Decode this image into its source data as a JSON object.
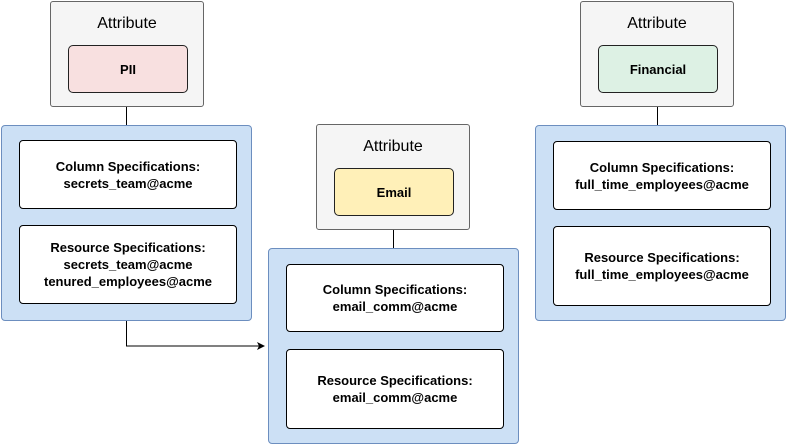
{
  "colors": {
    "attribute_bg": "#f5f5f5",
    "attribute_border": "#666666",
    "group_bg": "#cce0f5",
    "group_border": "#6c8ebf",
    "pii_tag": "#f8e0e0",
    "email_tag": "#fff0b8",
    "financial_tag": "#ddf1e4"
  },
  "pii": {
    "attribute_title": "Attribute",
    "tag_label": "PII",
    "column_spec": {
      "heading": "Column Specifications:",
      "lines": [
        "secrets_team@acme"
      ]
    },
    "resource_spec": {
      "heading": "Resource Specifications:",
      "lines": [
        "secrets_team@acme",
        "tenured_employees@acme"
      ]
    }
  },
  "email": {
    "attribute_title": "Attribute",
    "tag_label": "Email",
    "column_spec": {
      "heading": "Column Specifications:",
      "lines": [
        "email_comm@acme"
      ]
    },
    "resource_spec": {
      "heading": "Resource Specifications:",
      "lines": [
        "email_comm@acme"
      ]
    }
  },
  "financial": {
    "attribute_title": "Attribute",
    "tag_label": "Financial",
    "column_spec": {
      "heading": "Column Specifications:",
      "lines": [
        "full_time_employees@acme"
      ]
    },
    "resource_spec": {
      "heading": "Resource Specifications:",
      "lines": [
        "full_time_employees@acme"
      ]
    }
  }
}
